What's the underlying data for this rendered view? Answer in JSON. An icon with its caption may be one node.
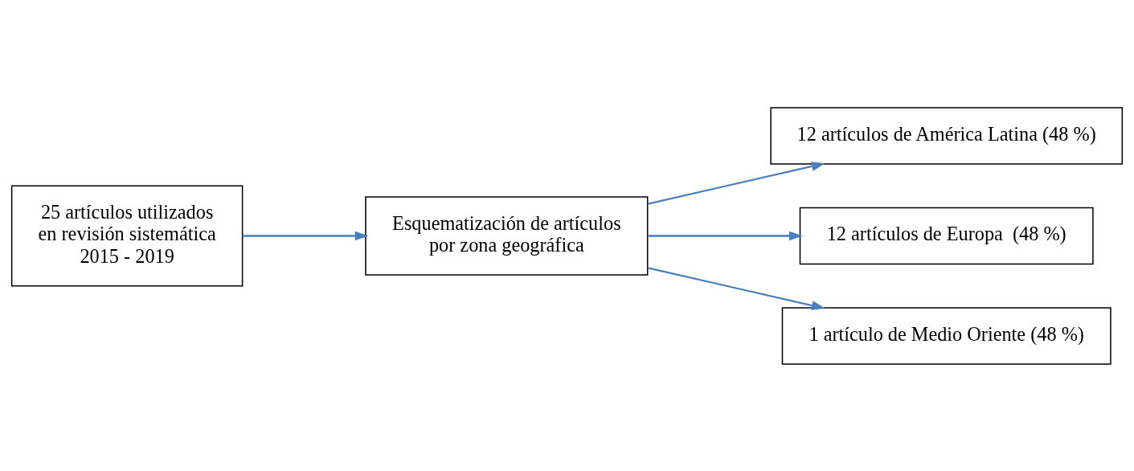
{
  "diagram": {
    "nodes": [
      {
        "text": [
          "25 artículos utilizados en revisión sistemática 2015 - 2019"
        ]
      },
      {
        "text": [
          "Esquematización de artículos por zona geográfica"
        ]
      },
      {
        "text": [
          "12 artículos de América Latina (48 %)"
        ]
      },
      {
        "text": [
          "12 artículos de Europa  (48 %)"
        ]
      },
      {
        "text": [
          "1 artículo de Medio Oriente (48 %)"
        ]
      }
    ],
    "edges": [
      {
        "from": 0,
        "to": 1,
        "arrow": "to"
      },
      {
        "from": 1,
        "to": 2,
        "arrow": "to"
      },
      {
        "from": 1,
        "to": 3,
        "arrow": "to"
      },
      {
        "from": 1,
        "to": 4,
        "arrow": "to"
      }
    ]
  }
}
